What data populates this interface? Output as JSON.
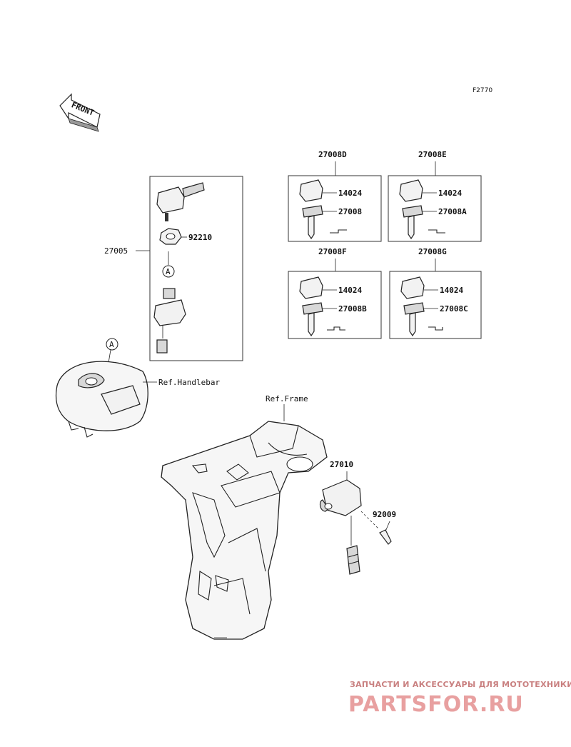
{
  "figure_code": "F2770",
  "front_arrow_label": "FRONT",
  "callout_A": "A",
  "parts": {
    "ignition_assy": "27005",
    "nut": "92210",
    "key_set_d": "27008D",
    "key_set_e": "27008E",
    "key_set_f": "27008F",
    "key_set_g": "27008G",
    "key_cap": "14024",
    "key_blank_d": "27008",
    "key_blank_e": "27008A",
    "key_blank_f": "27008B",
    "key_blank_g": "27008C",
    "switch": "27010",
    "screw": "92009"
  },
  "refs": {
    "handlebar": "Ref.Handlebar",
    "frame": "Ref.Frame"
  },
  "watermark": {
    "line1": "ЗАПЧАСТИ И АКСЕССУАРЫ ДЛЯ МОТОТЕХНИКИ",
    "line2": "PARTSFOR.RU"
  }
}
